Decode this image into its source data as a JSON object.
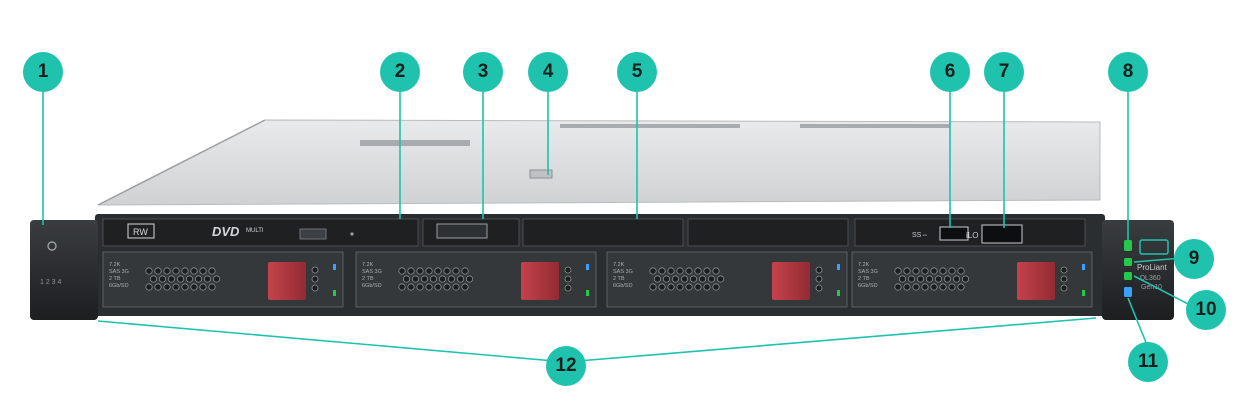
{
  "callouts": [
    {
      "id": "1",
      "label": "1"
    },
    {
      "id": "2",
      "label": "2"
    },
    {
      "id": "3",
      "label": "3"
    },
    {
      "id": "4",
      "label": "4"
    },
    {
      "id": "5",
      "label": "5"
    },
    {
      "id": "6",
      "label": "6"
    },
    {
      "id": "7",
      "label": "7"
    },
    {
      "id": "8",
      "label": "8"
    },
    {
      "id": "9",
      "label": "9"
    },
    {
      "id": "10",
      "label": "10"
    },
    {
      "id": "11",
      "label": "11"
    },
    {
      "id": "12",
      "label": "12"
    }
  ],
  "server": {
    "optical_drive": {
      "rw_label": "RW",
      "dvd_label": "DVD",
      "dvd_sub": "MULTI"
    },
    "drive_label": [
      "7.2K",
      "SAS 3G",
      "2 TB",
      "6Gb/SD"
    ],
    "model_line1": "ProLiant",
    "model_line2": "DL360",
    "model_line3": "Gen10",
    "ilo_label": "iLO",
    "usb_label": "SS⇔",
    "left_ear_digits": "1 2 3 4"
  },
  "colors": {
    "callout": "#1fc2ad",
    "drive_latch": "#b7343e",
    "led_green": "#22c94a",
    "led_blue": "#3aa0ff"
  }
}
